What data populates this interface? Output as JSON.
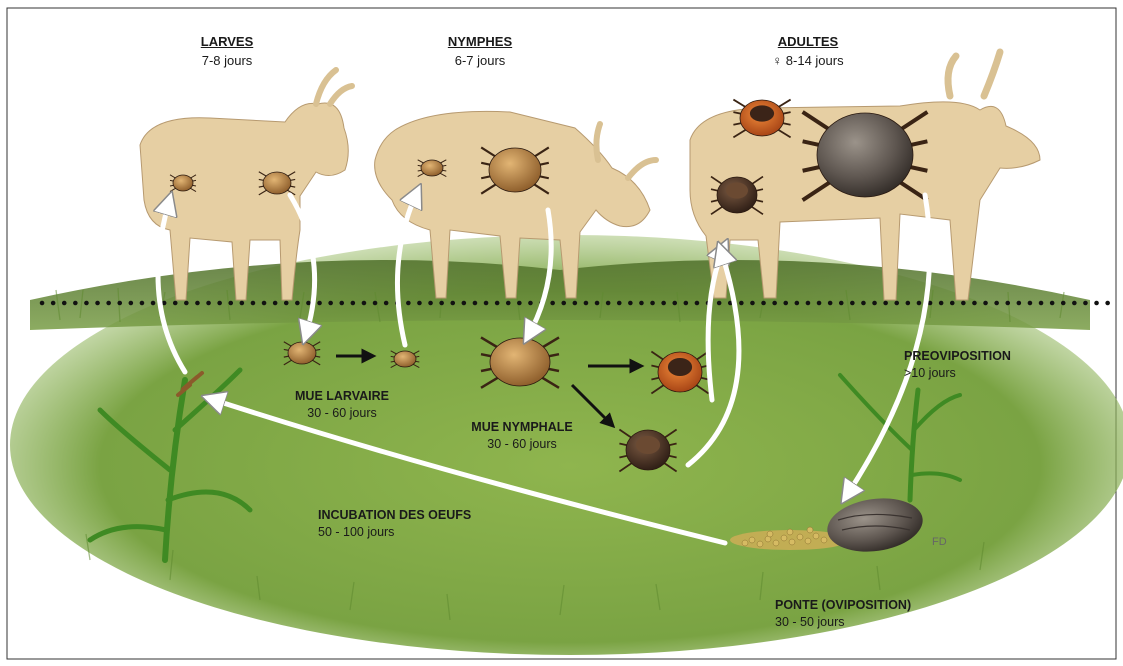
{
  "stages": [
    {
      "title": "LARVES",
      "duration": "7-8 jours"
    },
    {
      "title": "NYMPHES",
      "duration": "6-7 jours"
    },
    {
      "title": "ADULTES",
      "duration": "♀ 8-14 jours"
    }
  ],
  "processes": [
    {
      "title": "MUE LARVAIRE",
      "duration": "30 - 60 jours"
    },
    {
      "title": "MUE NYMPHALE",
      "duration": "30 - 60 jours"
    },
    {
      "title": "PREOVIPOSITION",
      "duration": ">10 jours"
    },
    {
      "title": "INCUBATION DES OEUFS",
      "duration": "50 - 100 jours"
    },
    {
      "title": "PONTE (OVIPOSITION)",
      "duration": "30 - 50 jours"
    }
  ],
  "signature": "FD",
  "colors": {
    "grass": "#6f9a3a",
    "grass_light": "#a9c86a",
    "cattle": "#e6cfa3",
    "tick_light": "#b8874a",
    "tick_dark": "#4a3226",
    "tick_orange": "#d8621e",
    "engorged_female": "#5e5650",
    "arrow_white": "#ffffff",
    "arrow_black": "#111111"
  }
}
